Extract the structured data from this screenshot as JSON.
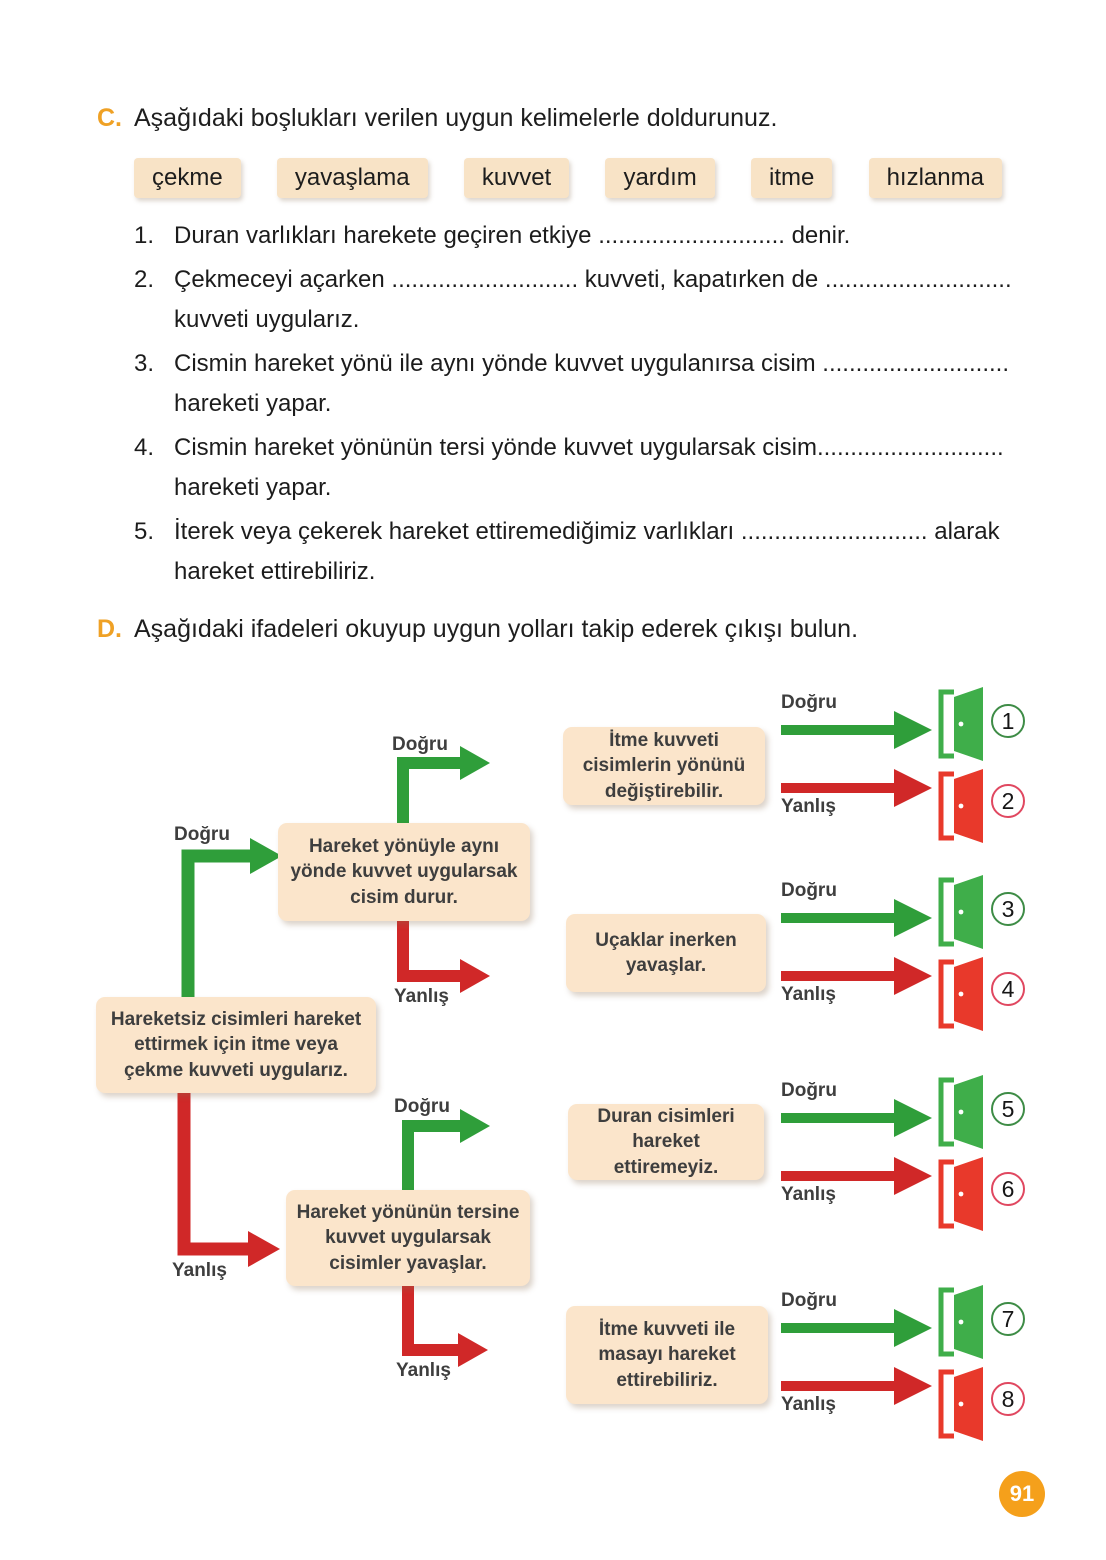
{
  "page": {
    "number": "91"
  },
  "c": {
    "label": "C.",
    "title": "Aşağıdaki boşlukları verilen uygun kelimelerle doldurunuz.",
    "word_bank": [
      "çekme",
      "yavaşlama",
      "kuvvet",
      "yardım",
      "itme",
      "hızlanma"
    ],
    "items": [
      {
        "num": "1.",
        "lines": [
          "Duran varlıkları harekete geçiren etkiye  ............................ denir."
        ]
      },
      {
        "num": "2.",
        "lines": [
          "Çekmeceyi  açarken ............................ kuvveti, kapatırken de ............................",
          "kuvveti uygularız."
        ]
      },
      {
        "num": "3.",
        "lines": [
          "Cismin hareket yönü ile aynı yönde kuvvet uygulanırsa cisim ............................",
          "hareketi yapar."
        ]
      },
      {
        "num": "4.",
        "lines": [
          "Cismin hareket yönünün tersi yönde kuvvet uygularsak cisim............................",
          "hareketi yapar."
        ]
      },
      {
        "num": "5.",
        "lines": [
          "İterek veya çekerek hareket ettiremediğimiz varlıkları ............................ alarak",
          "hareket ettirebiliriz."
        ]
      }
    ]
  },
  "d": {
    "label": "D.",
    "title": "Aşağıdaki ifadeleri okuyup uygun yolları takip ederek çıkışı bulun.",
    "lbl_true": "Doğru",
    "lbl_false": "Yanlış",
    "root": "Hareketsiz cisimleri hareket ettirmek için itme veya çekme kuvveti uygularız.",
    "branch_true": "Hareket yönüyle aynı yönde kuvvet uygularsak cisim durur.",
    "branch_false": "Hareket yönünün tersine kuvvet uygularsak cisimler yavaşlar.",
    "statements": [
      "İtme kuvveti cisimlerin yönünü değiştirebilir.",
      "Uçaklar inerken yavaşlar.",
      "Duran cisimleri hareket ettiremeyiz.",
      "İtme kuvveti ile masayı hareket ettirebiliriz."
    ],
    "doors": [
      "1",
      "2",
      "3",
      "4",
      "5",
      "6",
      "7",
      "8"
    ]
  },
  "colors": {
    "arrow_green": "#2f9e3a",
    "arrow_red": "#d02828",
    "door_green": "#3fae4a",
    "door_red": "#e8392b",
    "box_peach": "#fbe5cb",
    "section_accent_orange": "#efa125",
    "page_badge_orange": "#f5a01b"
  }
}
